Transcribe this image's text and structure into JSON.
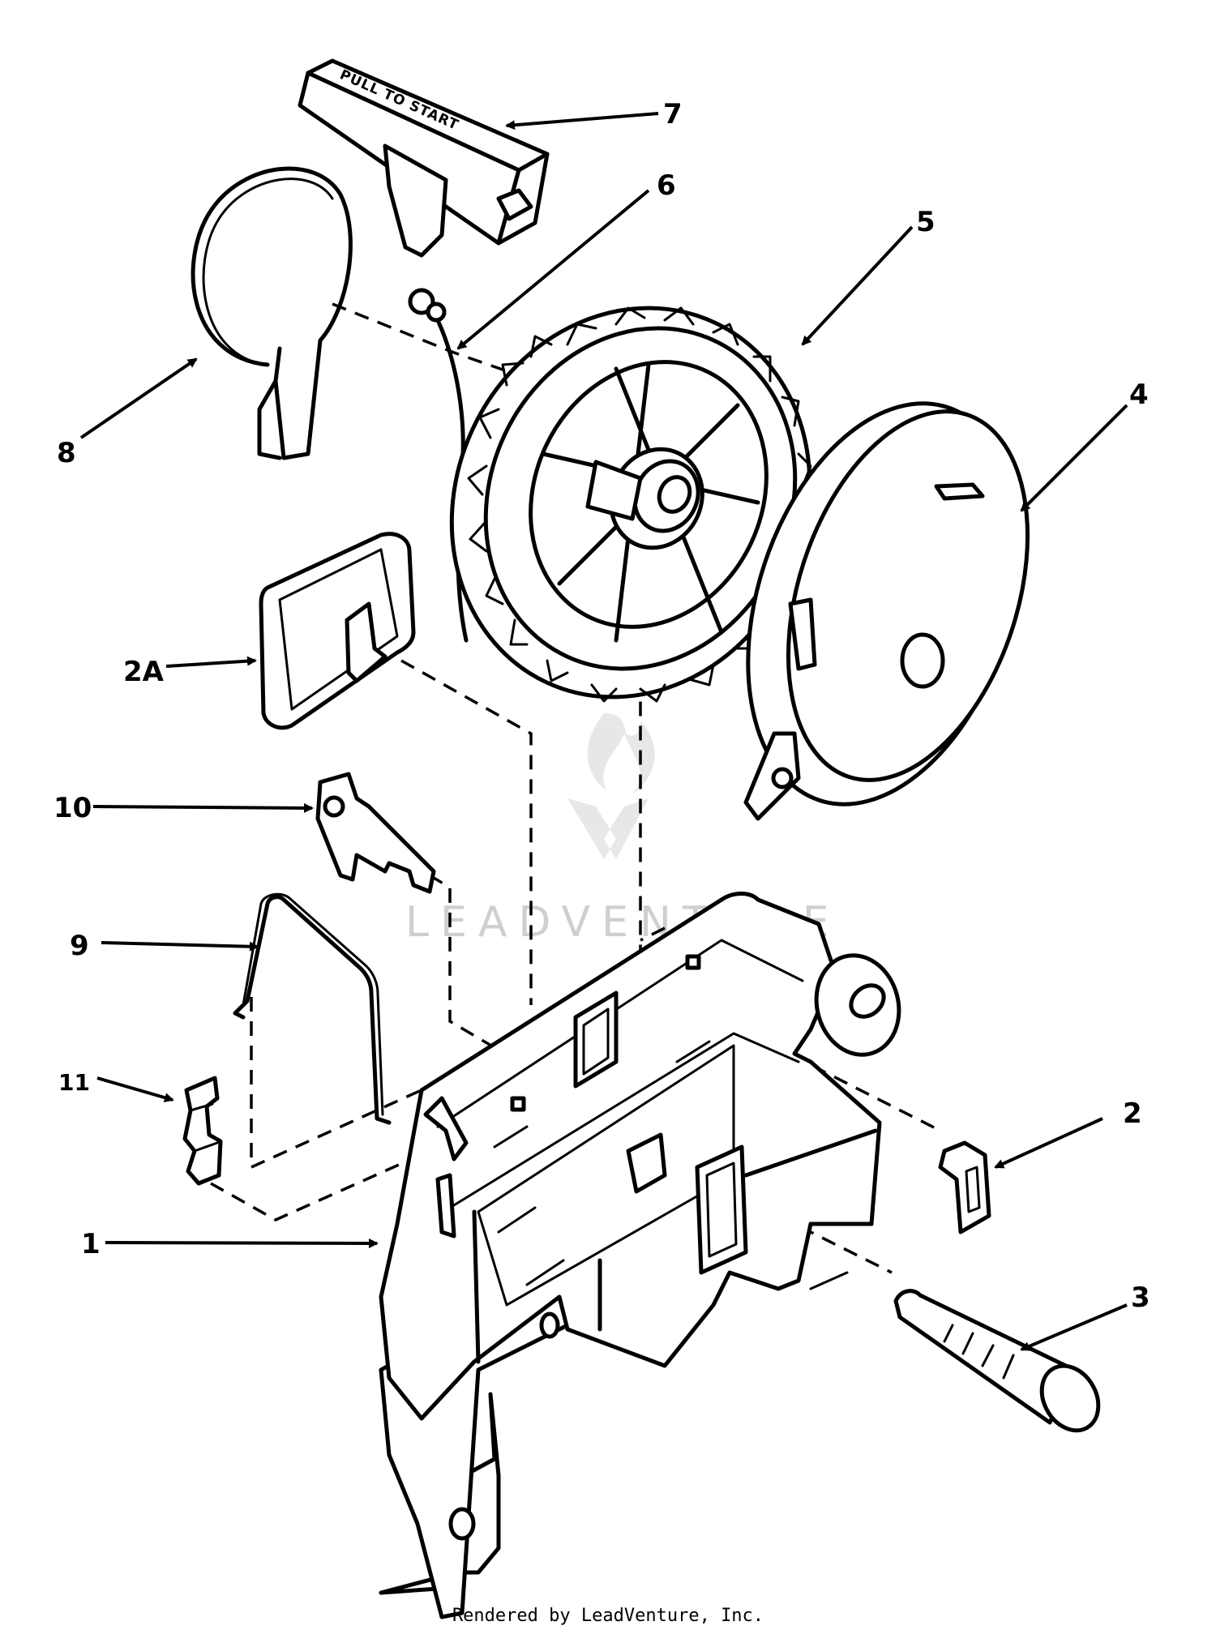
{
  "handle_text": "PULL TO START",
  "watermark": "LEADVENTURE",
  "credit": "Rendered by LeadVenture, Inc.",
  "callouts": [
    "7",
    "6",
    "5",
    "4",
    "8",
    "2A",
    "10",
    "9",
    "11",
    "2",
    "1",
    "3"
  ],
  "colors": {
    "ink": "#000000",
    "paper": "#ffffff",
    "watermark": "#cfcfcf"
  }
}
